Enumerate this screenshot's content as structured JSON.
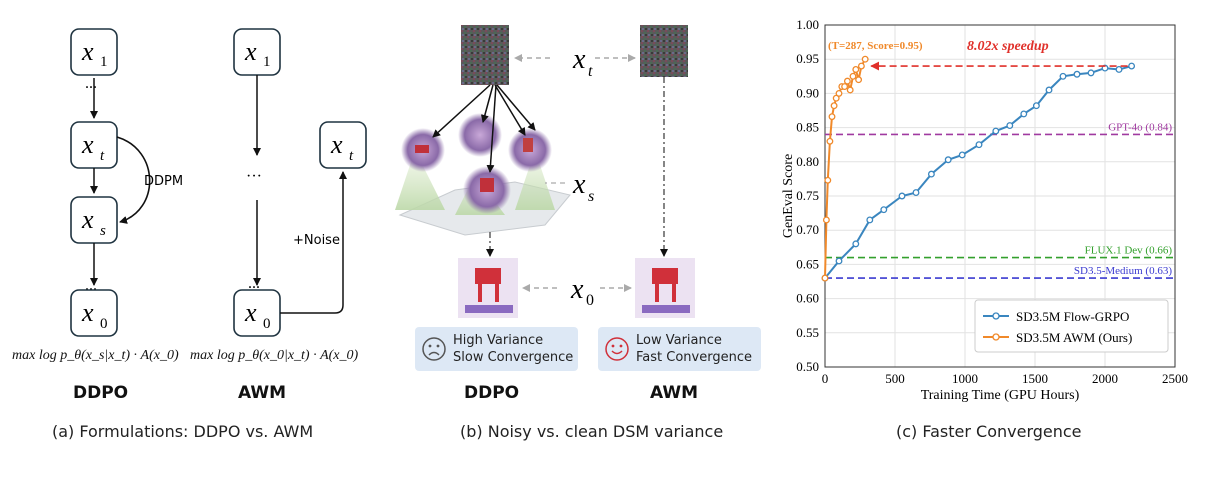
{
  "panel_a": {
    "ddpo_nodes": [
      "x",
      "x",
      "x",
      "x"
    ],
    "ddpo_subs": [
      "1",
      "t",
      "s",
      "0"
    ],
    "awm_nodes": [
      "x",
      "x",
      "x"
    ],
    "awm_subs": [
      "1",
      "0",
      "t"
    ],
    "ellipsis": "...",
    "vdots": "···",
    "ddpm_label": "DDPM",
    "noise_label": "+Noise",
    "ddpo_formula": "max log p_θ(x_s|x_t) · A(x_0)",
    "awm_formula": "max log p_θ(x_0|x_t) · A(x_0)",
    "ddpo_title": "DDPO",
    "awm_title": "AWM",
    "caption": "(a) Formulations: DDPO vs. AWM"
  },
  "panel_b": {
    "xt_label": "x",
    "xt_sub": "t",
    "xs_label": "x",
    "xs_sub": "s",
    "x0_label": "x",
    "x0_sub": "0",
    "ddpo_box_line1": "High Variance",
    "ddpo_box_line2": "Slow Convergence",
    "awm_box_line1": "Low Variance",
    "awm_box_line2": "Fast Convergence",
    "ddpo_title": "DDPO",
    "awm_title": "AWM",
    "caption": "(b) Noisy vs. clean DSM variance",
    "icons": [
      "sad-face-icon",
      "happy-face-icon"
    ]
  },
  "panel_c": {
    "caption": "(c) Faster Convergence",
    "annotation": "(T=287, Score=0.95)",
    "speedup": "8.02x speedup",
    "legend": [
      "SD3.5M Flow-GRPO",
      "SD3.5M AWM (Ours)"
    ]
  },
  "chart_data": {
    "type": "line",
    "xlabel": "Training Time (GPU Hours)",
    "ylabel": "GenEval Score",
    "xlim": [
      0,
      2500
    ],
    "ylim": [
      0.5,
      1.0
    ],
    "xticks": [
      0,
      500,
      1000,
      1500,
      2000,
      2500
    ],
    "yticks": [
      0.5,
      0.55,
      0.6,
      0.65,
      0.7,
      0.75,
      0.8,
      0.85,
      0.9,
      0.95,
      1.0
    ],
    "grid": true,
    "legend_position": "bottom-right",
    "series": [
      {
        "name": "SD3.5M Flow-GRPO",
        "color": "#3a86bf",
        "x": [
          0,
          100,
          220,
          320,
          420,
          550,
          650,
          760,
          880,
          980,
          1100,
          1220,
          1320,
          1420,
          1510,
          1600,
          1700,
          1800,
          1900,
          2000,
          2100,
          2190
        ],
        "y": [
          0.63,
          0.655,
          0.68,
          0.715,
          0.73,
          0.75,
          0.755,
          0.782,
          0.803,
          0.81,
          0.825,
          0.845,
          0.853,
          0.87,
          0.882,
          0.905,
          0.925,
          0.928,
          0.93,
          0.937,
          0.935,
          0.94
        ]
      },
      {
        "name": "SD3.5M AWM (Ours)",
        "color": "#f0892a",
        "x": [
          0,
          10,
          20,
          35,
          50,
          65,
          80,
          100,
          120,
          140,
          160,
          180,
          200,
          220,
          240,
          260,
          287
        ],
        "y": [
          0.63,
          0.715,
          0.773,
          0.83,
          0.866,
          0.882,
          0.893,
          0.9,
          0.91,
          0.91,
          0.918,
          0.905,
          0.925,
          0.935,
          0.92,
          0.94,
          0.95
        ]
      }
    ],
    "reference_lines": [
      {
        "label": "GPT-4o (0.84)",
        "y": 0.84,
        "color": "#a03aa0"
      },
      {
        "label": "FLUX.1 Dev (0.66)",
        "y": 0.66,
        "color": "#33a02c"
      },
      {
        "label": "SD3.5-Medium (0.63)",
        "y": 0.63,
        "color": "#3b3bd0"
      }
    ],
    "annotations": [
      {
        "text": "(T=287, Score=0.95)",
        "x": 287,
        "y": 0.95
      },
      {
        "text": "8.02x speedup",
        "from_x": 2190,
        "to_x": 287,
        "y": 0.94
      }
    ]
  }
}
